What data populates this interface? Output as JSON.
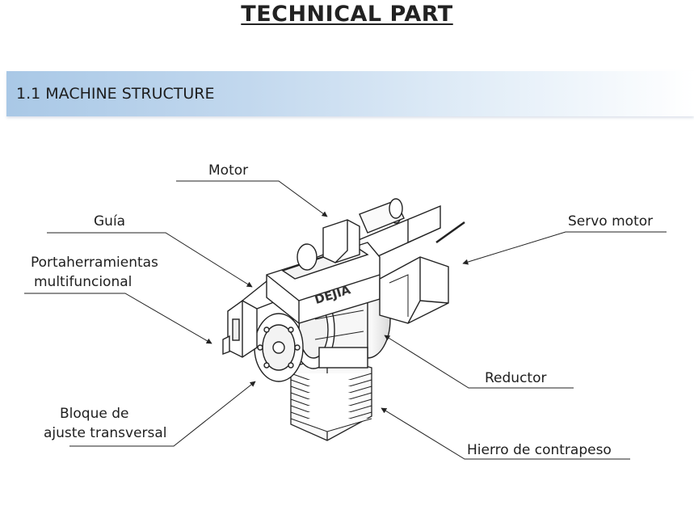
{
  "page": {
    "title": "TECHNICAL PART"
  },
  "section": {
    "title": "1.1 MACHINE STRUCTURE"
  },
  "diagram": {
    "brand_label": "DEJIA",
    "callouts": {
      "motor": "Motor",
      "guia": "Guía",
      "portaherramientas_line1": "Portaherramientas",
      "portaherramientas_line2": "multifuncional",
      "servo_motor": "Servo motor",
      "reductor": "Reductor",
      "bloque_line1": "Bloque de",
      "bloque_line2": "ajuste transversal",
      "hierro": "Hierro de contrapeso"
    }
  }
}
